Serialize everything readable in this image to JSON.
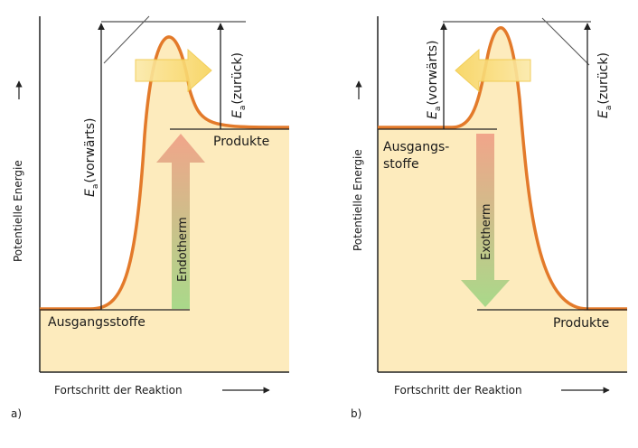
{
  "colors": {
    "fill": "#fdebbd",
    "curve": "#e37a2a",
    "axis": "#222222",
    "endo_top": "#f1a58a",
    "endo_bottom": "#a9d98a",
    "arrow_yellow": "#fbe07a"
  },
  "panel_a": {
    "panel_letter": "a)",
    "y_axis_label": "Potentielle Energie",
    "x_axis_label": "Fortschritt der Reaktion",
    "ea_forward": {
      "E": "E",
      "sub": "a",
      "text": "(vorwärts)"
    },
    "ea_reverse": {
      "E": "E",
      "sub": "a",
      "text": "(zurück)"
    },
    "reactants_label": "Ausgangsstoffe",
    "products_label": "Produkte",
    "delta_label": "Endotherm"
  },
  "panel_b": {
    "panel_letter": "b)",
    "y_axis_label": "Potentielle Energie",
    "x_axis_label": "Fortschritt der Reaktion",
    "ea_forward": {
      "E": "E",
      "sub": "a",
      "text": "(vorwärts)"
    },
    "ea_reverse": {
      "E": "E",
      "sub": "a",
      "text": "(zurück)"
    },
    "reactants_label_line1": "Ausgangs-",
    "reactants_label_line2": "stoffe",
    "products_label": "Produkte",
    "delta_label": "Exotherm"
  }
}
